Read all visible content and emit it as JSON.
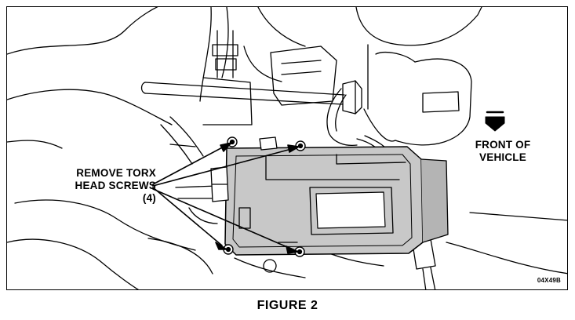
{
  "callout": {
    "line1": "REMOVE TORX",
    "line2": "HEAD SCREWS",
    "line3": "(4)"
  },
  "direction_indicator": {
    "line1": "FRONT OF",
    "line2": "VEHICLE",
    "icon": "down-chevron-arrow-icon"
  },
  "figure_code": "04X49B",
  "caption": "FIGURE 2",
  "colors": {
    "module_fill": "#c8c8c8",
    "line": "#000000",
    "background": "#ffffff"
  }
}
